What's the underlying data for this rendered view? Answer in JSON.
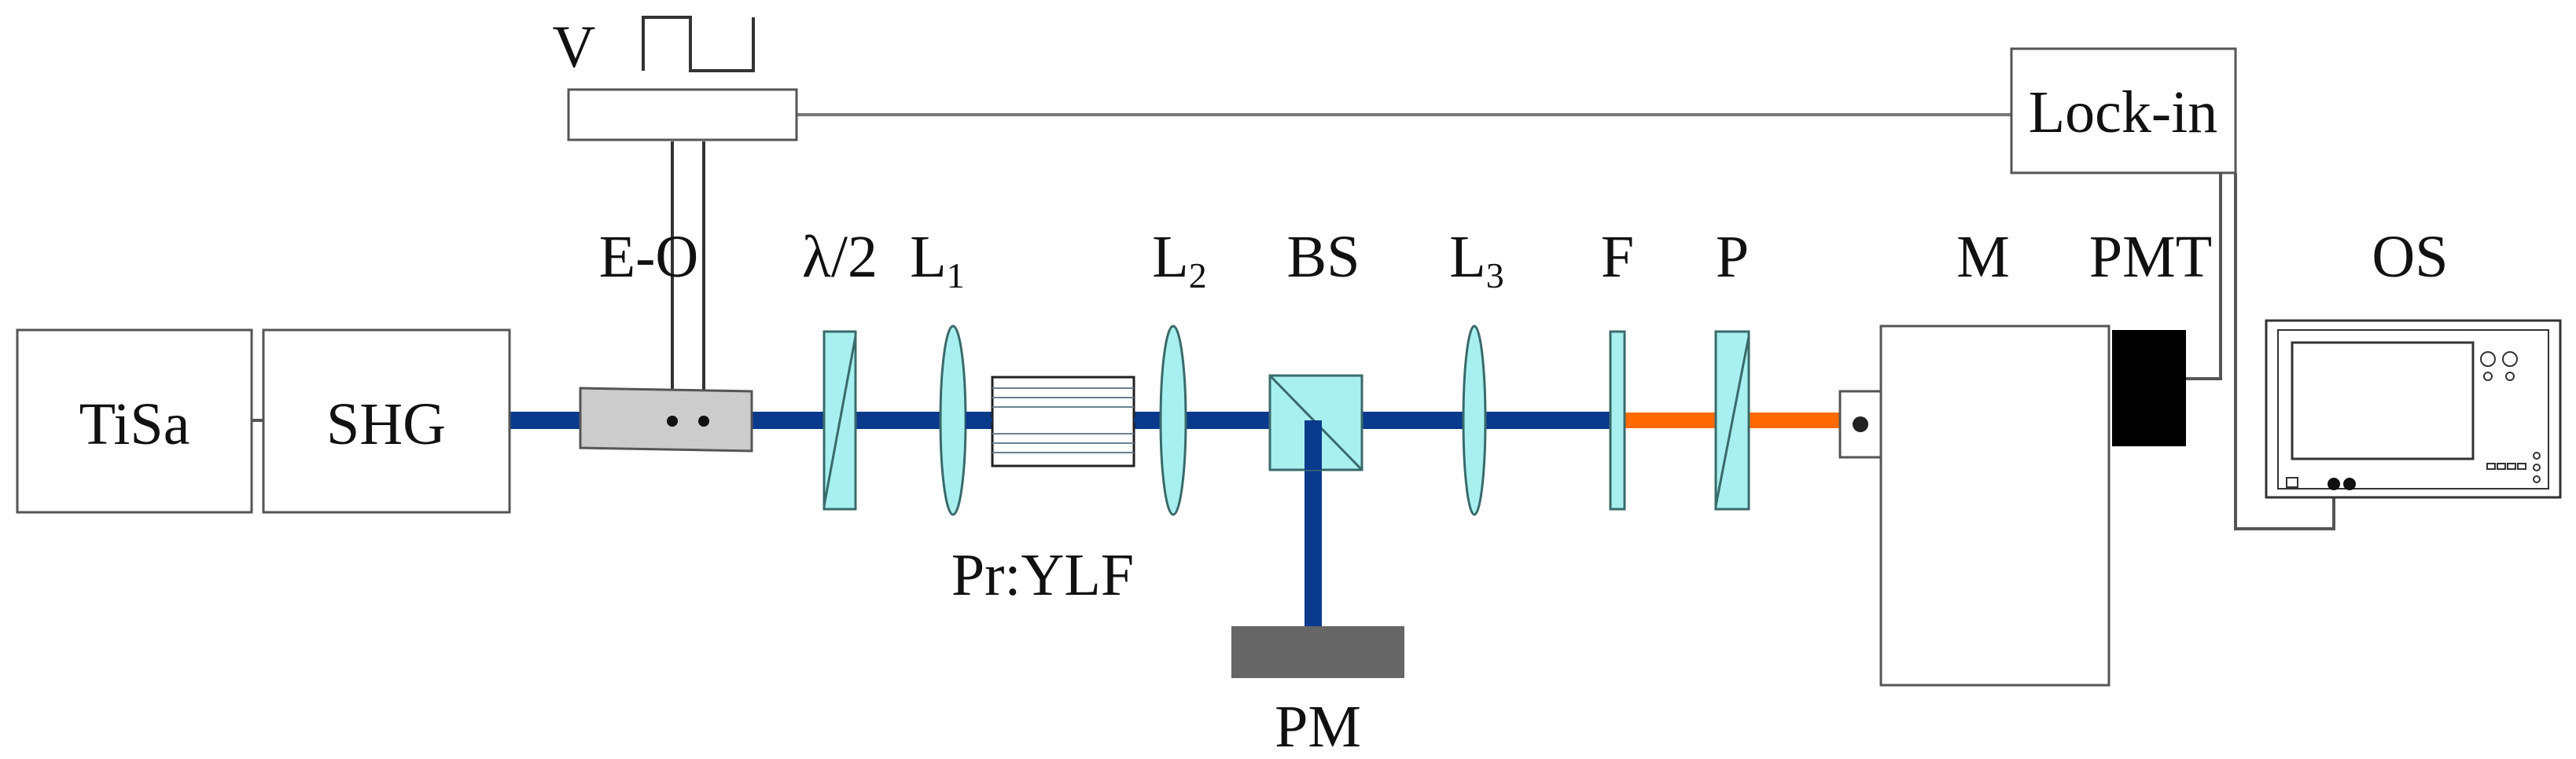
{
  "labels": {
    "voltage": "V",
    "eo": "E-O",
    "half_wave": "λ/2",
    "lens_letter": "L",
    "l1_sub": "1",
    "l2_sub": "2",
    "l3_sub": "3",
    "beam_splitter": "BS",
    "filter": "F",
    "polarizer": "P",
    "monochromator": "M",
    "pmt": "PMT",
    "oscilloscope": "OS",
    "tisa": "TiSa",
    "shg": "SHG",
    "crystal": "Pr:YLF",
    "power_meter": "PM",
    "lockin": "Lock-in"
  },
  "colors": {
    "pump_beam": "#0a3a8c",
    "emission_beam": "#ff6a00",
    "optics_fill": "#a8f0f0",
    "modulator_fill": "#cccccc",
    "detector_fill": "#000000",
    "power_meter_fill": "#666666"
  }
}
